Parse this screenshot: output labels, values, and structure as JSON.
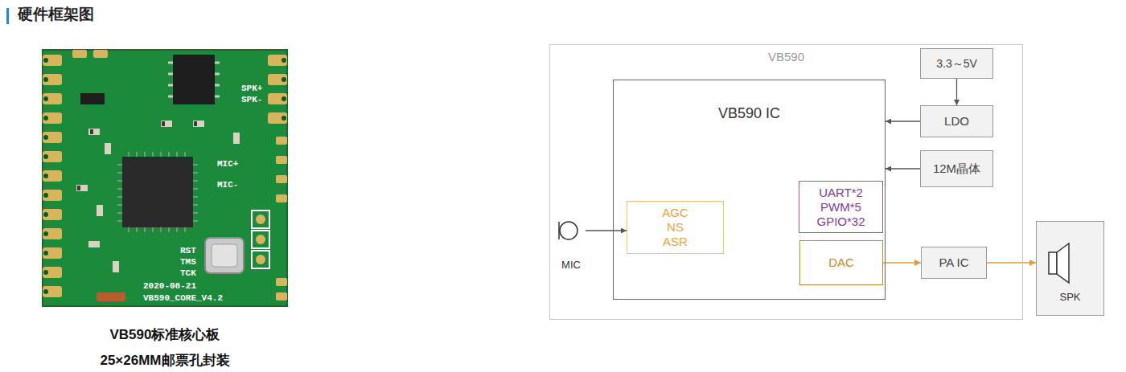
{
  "diagram": {
    "title": "硬件框架图",
    "caption": "VB590标准核心板 25×26MM邮票孔封装",
    "nodes": [
      {
        "text": [
          "VB590"
        ]
      },
      {
        "text": [
          "VB590 IC"
        ],
        "in": 0
      },
      {
        "text": [
          "AGC NS ASR"
        ],
        "in": 1
      },
      {
        "text": [
          "UART*2 PWM*5 GPIO*32"
        ],
        "in": 1
      },
      {
        "text": [
          "DAC"
        ],
        "in": 1
      },
      {
        "text": [
          "3.3～5V"
        ],
        "in": 0
      },
      {
        "text": [
          "LDO"
        ],
        "in": 0
      },
      {
        "text": [
          "12M晶体"
        ],
        "in": 0
      },
      {
        "text": [
          "MIC"
        ],
        "in": 0
      },
      {
        "text": [
          "PA IC"
        ],
        "in": 0
      },
      {
        "text": [
          "SPK"
        ]
      }
    ],
    "edges": [
      {
        "from": 5,
        "to": 6,
        "arrow": "to"
      },
      {
        "from": 6,
        "to": 1,
        "arrow": "to"
      },
      {
        "from": 7,
        "to": 1,
        "arrow": "to"
      },
      {
        "from": 8,
        "to": 2,
        "arrow": "to"
      },
      {
        "from": 4,
        "to": 9,
        "arrow": "to"
      },
      {
        "from": 9,
        "to": 10,
        "arrow": "to"
      }
    ],
    "labels": [
      "SPK+",
      "SPK-",
      "MIC+",
      "MIC-",
      "RST",
      "TMS",
      "TCK",
      "2020-08-21",
      "VB590_CORE_V4.2"
    ]
  }
}
